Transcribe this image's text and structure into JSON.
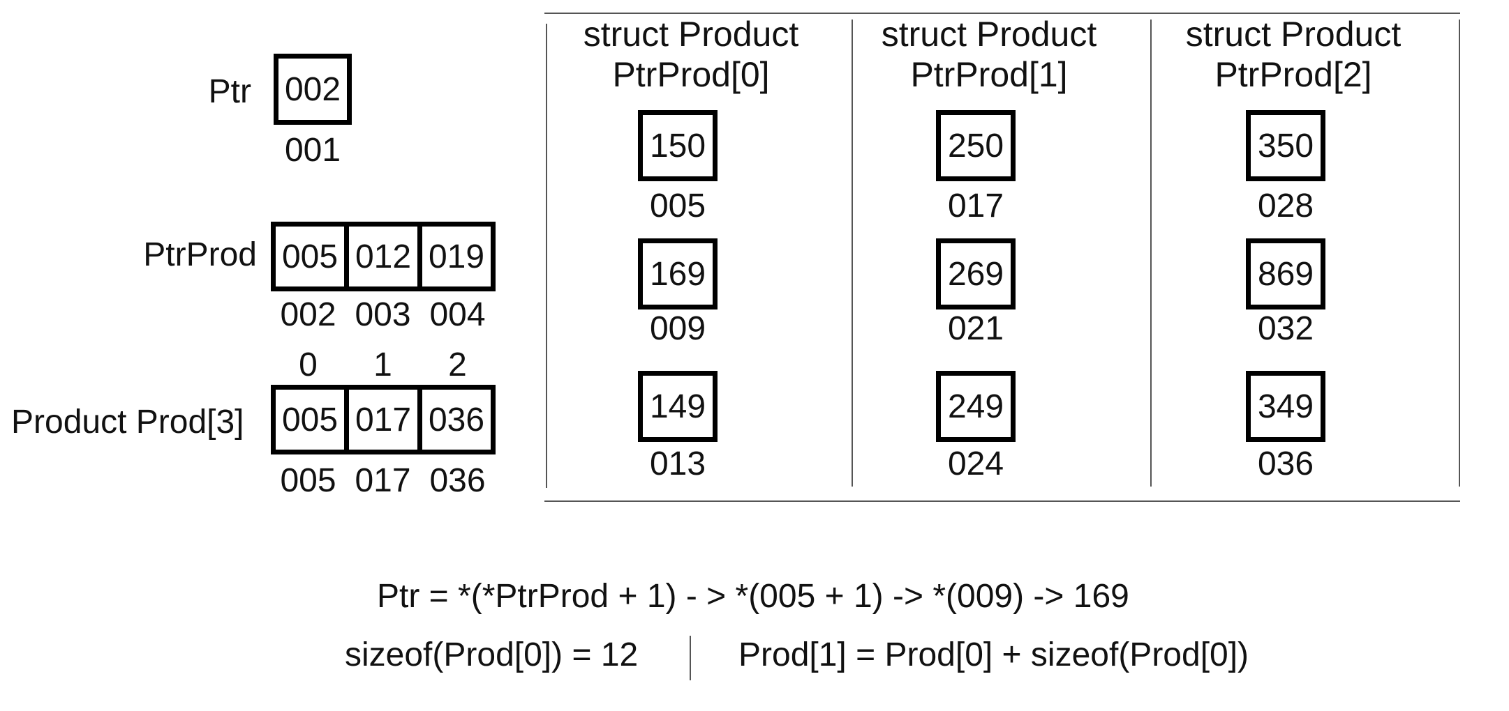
{
  "ptr": {
    "name": "Ptr",
    "value": "002",
    "address": "001"
  },
  "ptrprod": {
    "name": "PtrProd",
    "values": [
      "005",
      "012",
      "019"
    ],
    "addresses": [
      "002",
      "003",
      "004"
    ]
  },
  "prod": {
    "name": "Product Prod[3]",
    "indices": [
      "0",
      "1",
      "2"
    ],
    "values": [
      "005",
      "017",
      "036"
    ],
    "addresses": [
      "005",
      "017",
      "036"
    ]
  },
  "structs": [
    {
      "type": "struct Product",
      "name": "PtrProd[0]",
      "fields": [
        {
          "value": "150",
          "address": "005"
        },
        {
          "value": "169",
          "address": "009"
        },
        {
          "value": "149",
          "address": "013"
        }
      ]
    },
    {
      "type": "struct Product",
      "name": "PtrProd[1]",
      "fields": [
        {
          "value": "250",
          "address": "017"
        },
        {
          "value": "269",
          "address": "021"
        },
        {
          "value": "249",
          "address": "024"
        }
      ]
    },
    {
      "type": "struct Product",
      "name": "PtrProd[2]",
      "fields": [
        {
          "value": "350",
          "address": "028"
        },
        {
          "value": "869",
          "address": "032"
        },
        {
          "value": "349",
          "address": "036"
        }
      ]
    }
  ],
  "formulas": {
    "line1": "Ptr = *(*PtrProd + 1) - > *(005 + 1) -> *(009) -> 169",
    "line2_left": "sizeof(Prod[0]) = 12",
    "line2_right": "Prod[1] = Prod[0] + sizeof(Prod[0])"
  }
}
